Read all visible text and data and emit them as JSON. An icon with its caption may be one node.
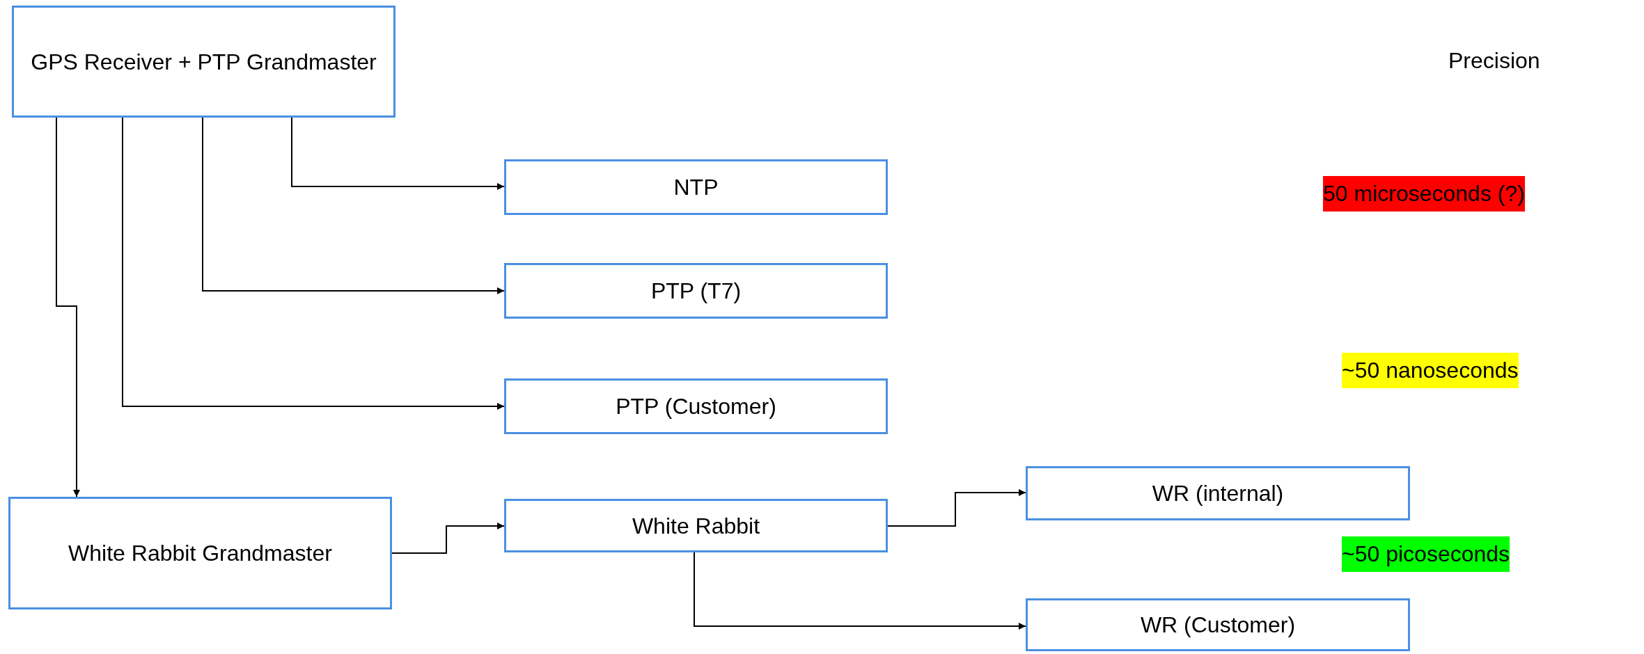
{
  "diagram": {
    "nodes": [
      {
        "text": [
          "GPS Receiver + PTP Grandmaster"
        ]
      },
      {
        "text": [
          "NTP"
        ]
      },
      {
        "text": [
          "PTP (T7)"
        ]
      },
      {
        "text": [
          "PTP (Customer)"
        ]
      },
      {
        "text": [
          "White Rabbit Grandmaster"
        ]
      },
      {
        "text": [
          "White Rabbit"
        ]
      },
      {
        "text": [
          "WR (internal)"
        ]
      },
      {
        "text": [
          "WR (Customer)"
        ]
      }
    ],
    "edges": [
      {
        "from": 0,
        "to": 1,
        "arrow": "to"
      },
      {
        "from": 0,
        "to": 2,
        "arrow": "to"
      },
      {
        "from": 0,
        "to": 3,
        "arrow": "to"
      },
      {
        "from": 0,
        "to": 4,
        "arrow": "to"
      },
      {
        "from": 4,
        "to": 5,
        "arrow": "to"
      },
      {
        "from": 5,
        "to": 6,
        "arrow": "to"
      },
      {
        "from": 5,
        "to": 7,
        "arrow": "to"
      }
    ],
    "labels": [
      "Precision",
      "50 microseconds (?)",
      "~50 nanoseconds",
      "~50 picoseconds"
    ]
  }
}
